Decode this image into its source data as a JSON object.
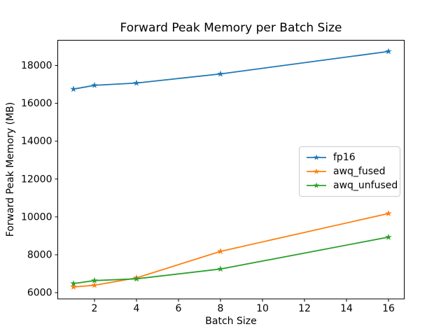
{
  "chart_data": {
    "type": "line",
    "title": "Forward Peak Memory per Batch Size",
    "xlabel": "Batch Size",
    "ylabel": "Forward Peak Memory (MB)",
    "x": [
      1,
      2,
      4,
      8,
      16
    ],
    "series": [
      {
        "name": "fp16",
        "color": "#1f77b4",
        "values": [
          16750,
          16950,
          17070,
          17550,
          18740
        ]
      },
      {
        "name": "awq_fused",
        "color": "#ff7f0e",
        "values": [
          6300,
          6390,
          6780,
          8180,
          10180
        ]
      },
      {
        "name": "awq_unfused",
        "color": "#2ca02c",
        "values": [
          6480,
          6640,
          6730,
          7250,
          8930
        ]
      }
    ],
    "marker": "star",
    "xticks": [
      2,
      4,
      6,
      8,
      10,
      12,
      14,
      16
    ],
    "yticks": [
      6000,
      8000,
      10000,
      12000,
      14000,
      16000,
      18000
    ],
    "xlim": [
      0.25,
      16.75
    ],
    "ylim": [
      5670,
      19330
    ],
    "grid": false,
    "legend_position": "center right"
  }
}
